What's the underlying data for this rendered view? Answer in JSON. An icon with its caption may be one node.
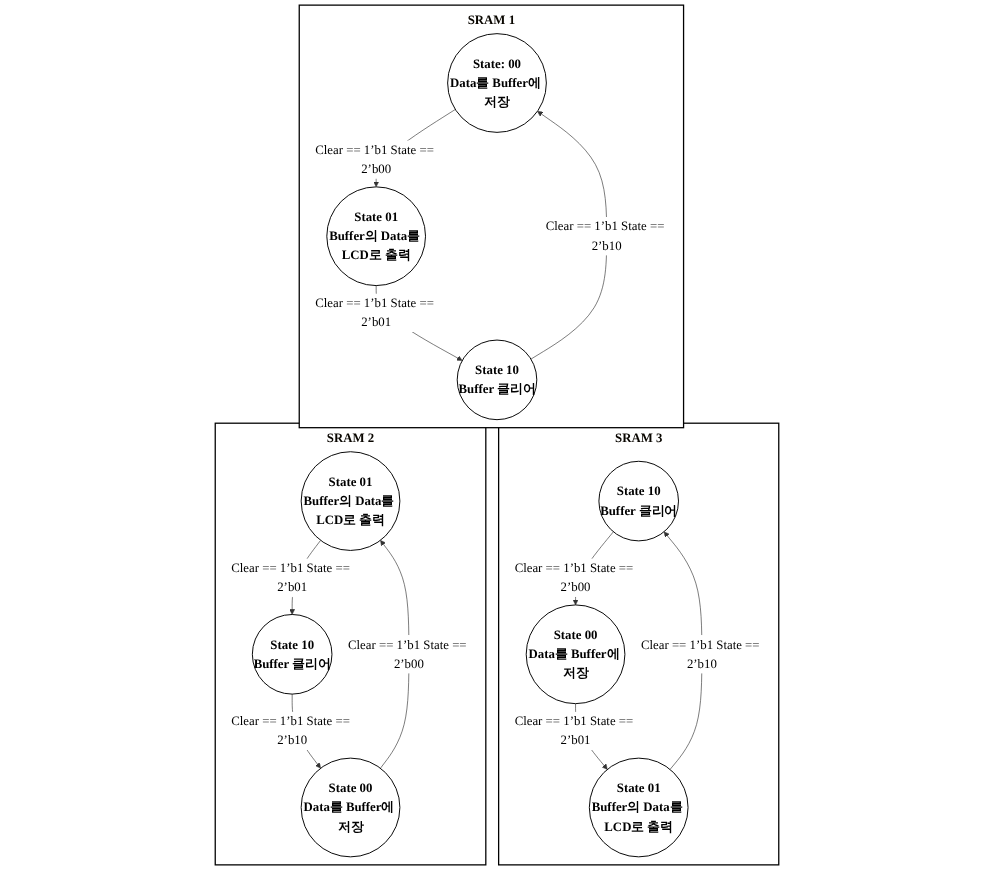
{
  "diagram": {
    "nodes": [
      {
        "text": [
          "SRAM 1"
        ]
      },
      {
        "text": [
          "State: 00",
          "Data를 Buffer에 저장"
        ],
        "in": 0
      },
      {
        "text": [
          "State 01",
          "Buffer의 Data를 LCD로 출력"
        ],
        "in": 0
      },
      {
        "text": [
          "State 10",
          "Buffer 클리어"
        ],
        "in": 0
      },
      {
        "text": [
          "SRAM 3"
        ]
      },
      {
        "text": [
          "State 10",
          "Buffer 클리어"
        ],
        "in": 4
      },
      {
        "text": [
          "State 01",
          "Buffer의 Data를 LCD로 출력"
        ],
        "in": 4
      },
      {
        "text": [
          "State 00",
          "Data를 Buffer에 저장"
        ],
        "in": 4
      },
      {
        "text": [
          "SRAM 2"
        ]
      },
      {
        "text": [
          "State 01",
          "Buffer의 Data를 LCD로 출력"
        ],
        "in": 8
      },
      {
        "text": [
          "State 00",
          "Data를 Buffer에 저장"
        ],
        "in": 8
      },
      {
        "text": [
          "State 10",
          "Buffer 클리어"
        ],
        "in": 8
      }
    ],
    "edges": [
      {
        "from": 1,
        "to": 2,
        "arrow": "to",
        "label": "Clear == 1’b1 State == 2’b00"
      },
      {
        "from": 2,
        "to": 3,
        "arrow": "to",
        "label": "Clear == 1’b1 State == 2’b01"
      },
      {
        "from": 3,
        "to": 1,
        "arrow": "to",
        "label": "Clear == 1’b1 State == 2’b10"
      },
      {
        "from": 5,
        "to": 7,
        "arrow": "to",
        "label": "Clear == 1’b1 State == 2’b00"
      },
      {
        "from": 7,
        "to": 6,
        "arrow": "to",
        "label": "Clear == 1’b1 State == 2’b01"
      },
      {
        "from": 6,
        "to": 5,
        "arrow": "to",
        "label": "Clear == 1’b1 State == 2’b10"
      },
      {
        "from": 9,
        "to": 11,
        "arrow": "to",
        "label": "Clear == 1’b1 State == 2’b01"
      },
      {
        "from": 11,
        "to": 10,
        "arrow": "to",
        "label": "Clear == 1’b1 State == 2’b10"
      },
      {
        "from": 10,
        "to": 9,
        "arrow": "to",
        "label": "Clear == 1’b1 State == 2’b00"
      }
    ]
  }
}
